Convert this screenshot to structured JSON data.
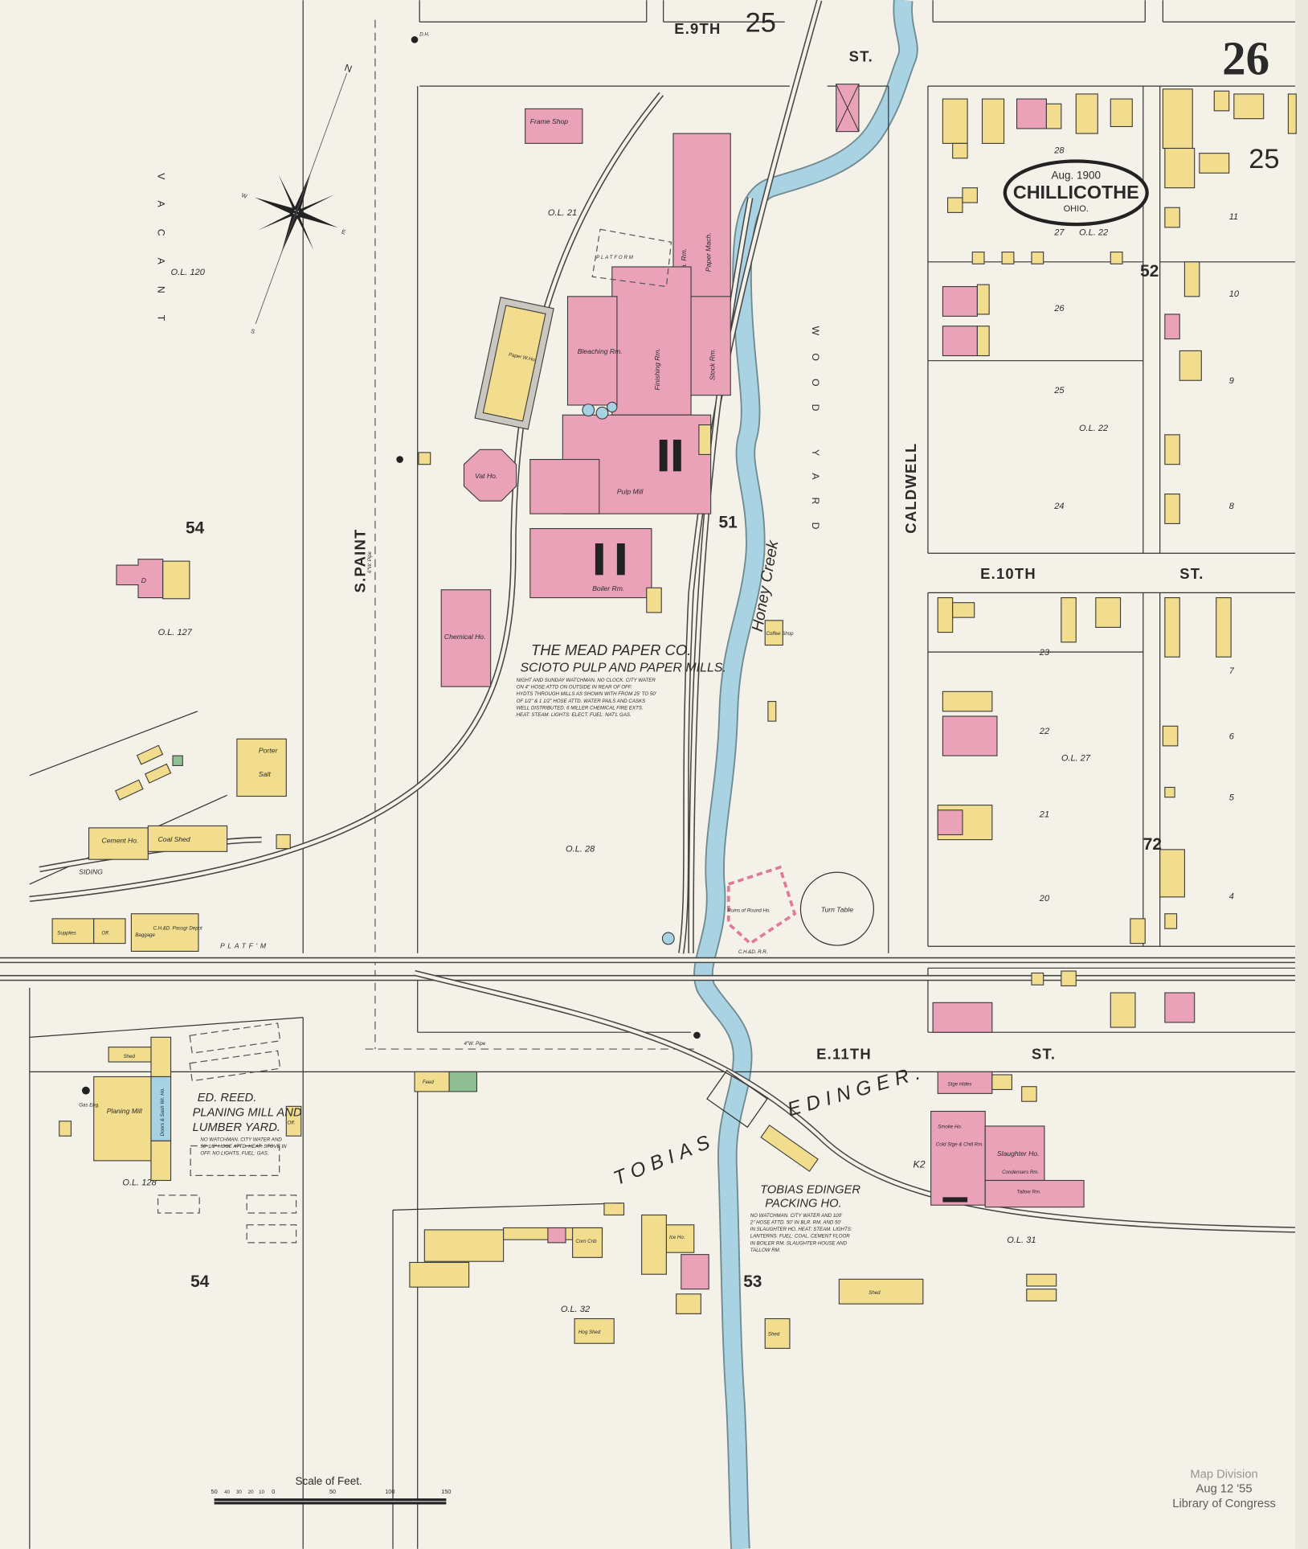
{
  "sheet_number": "26",
  "title_cartouche": {
    "date": "Aug. 1900",
    "city": "CHILLICOTHE",
    "state": "OHIO."
  },
  "adjoining_sheets": {
    "top": "25",
    "right": "25"
  },
  "block_numbers": {
    "nw_top": "52",
    "mill": "51",
    "west": "54",
    "southwest": "54",
    "south": "53",
    "east": "72"
  },
  "streets": {
    "e9th": "E.9TH",
    "e9th_st": "ST.",
    "paint": "S.PAINT",
    "caldwell": "CALDWELL",
    "e10th": "E.10TH",
    "e10th_st": "ST.",
    "e11th": "E.11TH",
    "e11th_st": "ST.",
    "tobias": "TOBIAS",
    "edinger": "EDINGER."
  },
  "features": {
    "vacant": "VACANT",
    "wood_yard": "WOOD YARD",
    "creek": "Honey Creek",
    "railroad": "C.H.&D. R.R.",
    "ruins": "Ruins of Round Ho.",
    "turn_table": "Turn Table",
    "platform": "PLATF'M",
    "platform2": "PLATFORM",
    "siding": "SIDING",
    "pipe_6w": "6\"W. Pipe",
    "pipe_4w": "4\"W. Pipe",
    "dh": "D.H."
  },
  "outlots": {
    "ol120": "O.L. 120",
    "ol127": "O.L. 127",
    "ol21": "O.L. 21",
    "ol28": "O.L. 28",
    "ol22a": "O.L. 22",
    "ol22b": "O.L. 22",
    "ol27": "O.L. 27",
    "ol31": "O.L. 31",
    "ol32": "O.L. 32",
    "ol128": "O.L. 128"
  },
  "lot_numbers": {
    "block52": [
      "28",
      "27",
      "26",
      "25",
      "24"
    ],
    "block72": [
      "23",
      "22",
      "21",
      "20"
    ],
    "east_col": [
      "11",
      "10",
      "9",
      "8",
      "7",
      "6",
      "5",
      "4"
    ]
  },
  "mead_paper": {
    "title": "THE MEAD PAPER CO.",
    "subtitle": "SCIOTO PULP AND PAPER MILLS.",
    "notes": [
      "NIGHT AND SUNDAY WATCHMAN. NO CLOCK. CITY WATER",
      "ON 4\" HOSE ATTD ON OUTSIDE IN REAR OF OFF.",
      "HYDTS THROUGH MILLS AS SHOWN WITH FROM 25' TO 50'",
      "OF 1/2\" & 1 1/2\" HOSE ATTD. WATER PAILS AND CASKS",
      "WELL DISTRIBUTED. 6 MILLER CHEMICAL FIRE EXTS.",
      "HEAT: STEAM. LIGHTS: ELECT. FUEL: NAT'L GAS."
    ],
    "buildings": {
      "frame_shop": "Frame Shop",
      "paper_mach": "Paper Mach.",
      "mach_rm": "Mach. Rm.",
      "finishing": "Finishing Rm.",
      "bleaching": "Bleaching Rm.",
      "stock": "Stock Rm.",
      "vat_ho": "Vat Ho.",
      "chemical_ho": "Chemical Ho.",
      "pulp_mill": "Pulp Mill",
      "boiler": "Boiler Rm.",
      "warehouse": "Paper W.Ho."
    }
  },
  "edinger": {
    "title": "TOBIAS EDINGER",
    "subtitle": "PACKING HO.",
    "notes": [
      "NO WATCHMAN. CITY WATER AND 100'",
      "2\" HOSE ATTD. 50' IN BLR. RM. AND 50'",
      "IN SLAUGHTER HO. HEAT: STEAM. LIGHTS:",
      "LANTERNS. FUEL: COAL. CEMENT FLOOR",
      "IN BOILER RM. SLAUGHTER HOUSE AND",
      "TALLOW RM."
    ],
    "buildings": {
      "stge_hides": "Stge Hides",
      "smoke_ho": "Smoke Ho.",
      "cold_stge": "Cold Stge & Chill Rm.",
      "slaughter": "Slaughter Ho.",
      "condensers": "Condensers Rm.",
      "tallow": "Tallow Rm.",
      "k2": "K2"
    }
  },
  "reed": {
    "title": "ED. REED.",
    "subtitle": "PLANING MILL AND",
    "subtitle2": "LUMBER YARD.",
    "notes": [
      "NO WATCHMAN. CITY WATER AND",
      "50' 1/2\" HOSE ATTD. HEAT: STOVE IN",
      "OFF. NO LIGHTS. FUEL: GAS."
    ],
    "buildings": {
      "planing_mill": "Planing Mill",
      "shed": "Shed",
      "doors_sash": "Doors & Sash Wr. Ho.",
      "off": "Off.",
      "gas_eng": "Gas Eng."
    }
  },
  "depot": {
    "supplies": "Supplies",
    "off": "Off.",
    "passgr_depot": "C.H.&D. Passgr Depot",
    "baggage": "Baggage"
  },
  "misc_buildings": {
    "cement_ho": "Cement Ho.",
    "coal_shed": "Coal Shed",
    "feed": "Feed",
    "corn_crib": "Corn Crib",
    "hog_shed": "Hog Shed",
    "shed1": "Shed",
    "shed2": "Shed",
    "ice_ho": "Ice Ho.",
    "coffee_shop": "Coffee Shop",
    "porter": "Porter",
    "salt": "Salt",
    "dwelling": "D"
  },
  "scale_bar": {
    "title": "Scale of Feet.",
    "ticks": [
      "50",
      "40",
      "30",
      "20",
      "10",
      "0",
      "50",
      "100",
      "150"
    ]
  },
  "stamp": {
    "lines": [
      "Map Division",
      "Aug 12 '55",
      "Library of Congress"
    ]
  },
  "compass": {
    "n": "N",
    "e": "E",
    "s": "S",
    "w": "W"
  },
  "colors": {
    "brick": "#e9a2b8",
    "frame": "#f1dd8d",
    "stone": "#a6d2e4",
    "special": "#8fbf93",
    "creek": "#a9d3e3",
    "paper": "#f4f2e8"
  }
}
